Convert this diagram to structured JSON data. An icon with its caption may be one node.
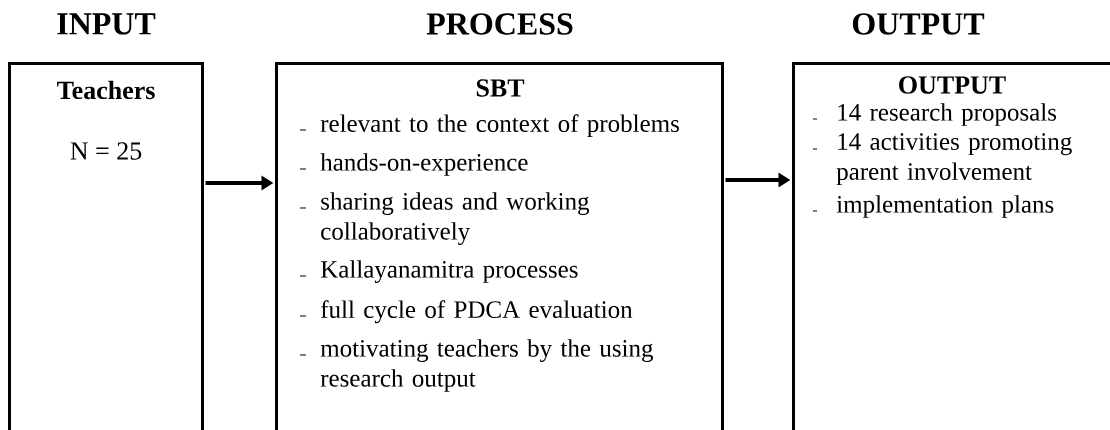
{
  "diagram": {
    "nodes": [
      {
        "text": [
          "INPUT",
          "Teachers",
          "N = 25"
        ]
      },
      {
        "text": [
          "PROCESS",
          "SBT",
          "relevant to the context of problems",
          "hands-on-experience",
          "sharing ideas and working collaboratively",
          "Kallayanamitra processes",
          "full cycle of PDCA evaluation",
          "motivating teachers by the using research output"
        ]
      },
      {
        "text": [
          "OUTPUT",
          "OUTPUT",
          "14 research proposals",
          "14 activities promoting parent involvement",
          "implementation plans"
        ]
      }
    ],
    "edges": [
      {
        "from": 0,
        "to": 1,
        "arrow": "to"
      },
      {
        "from": 1,
        "to": 2,
        "arrow": "to"
      }
    ]
  }
}
